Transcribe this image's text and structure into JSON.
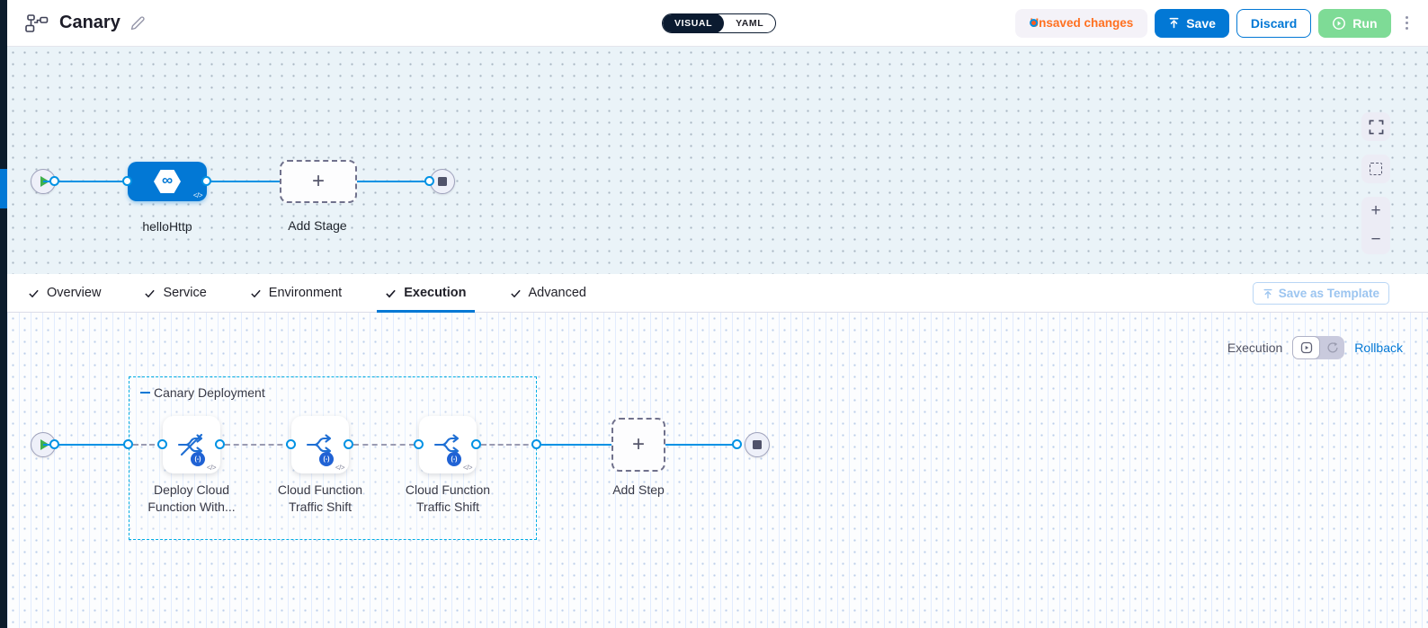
{
  "header": {
    "title": "Canary",
    "mode_toggle": {
      "visual_label": "VISUAL",
      "yaml_label": "YAML",
      "selected": "VISUAL"
    },
    "unsaved_label": "Unsaved changes",
    "save_label": "Save",
    "discard_label": "Discard",
    "run_label": "Run"
  },
  "stage_canvas": {
    "stage_label": "helloHttp",
    "add_stage_label": "Add Stage",
    "stage_icon_glyph": "∞",
    "code_badge": "</>",
    "add_glyph": "+",
    "zoom_in_glyph": "+",
    "zoom_out_glyph": "−"
  },
  "tabs": {
    "items": [
      {
        "label": "Overview"
      },
      {
        "label": "Service"
      },
      {
        "label": "Environment"
      },
      {
        "label": "Execution"
      },
      {
        "label": "Advanced"
      }
    ],
    "active": "Execution",
    "save_as_template_label": "Save as Template"
  },
  "execution_canvas": {
    "mode_label": "Execution",
    "rollback_label": "Rollback",
    "group_title": "Canary Deployment",
    "steps": [
      {
        "label": "Deploy Cloud Function With..."
      },
      {
        "label": "Cloud Function Traffic Shift"
      },
      {
        "label": "Cloud Function Traffic Shift"
      }
    ],
    "add_step_label": "Add Step",
    "function_badge": "(-)",
    "code_badge": "</>"
  },
  "colors": {
    "primary_blue": "#0278d5",
    "line_blue": "#0092e4",
    "group_border_cyan": "#00ade4",
    "navy": "#0b1b30",
    "unsaved_orange": "#ff7020",
    "run_green": "#7edb96",
    "start_green": "#3fb04c"
  }
}
